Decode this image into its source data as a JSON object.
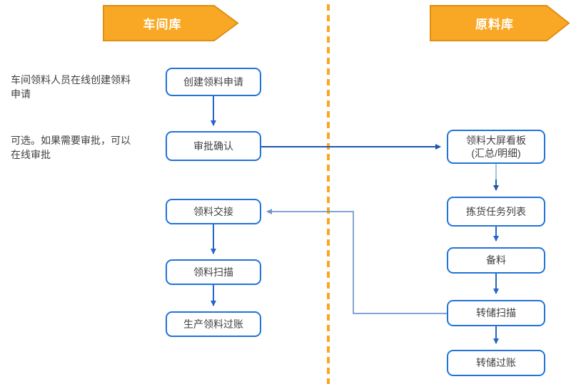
{
  "colors": {
    "banner_fill": "#F9A826",
    "banner_border": "#DF8E10",
    "box_border": "#2173D8",
    "box_text": "#404040",
    "arrow_dark": "#1E56AE",
    "arrow_mid": "#2365CD",
    "arrow_light": "#7296CE",
    "arrow_light_fade": "#9DC3E6",
    "divider": "#FFA51E"
  },
  "lanes": {
    "workshop": {
      "label": "车间库",
      "nodes": [
        {
          "label": "创建领料申请"
        },
        {
          "label": "审批确认"
        },
        {
          "label": "领料交接"
        },
        {
          "label": "领料扫描"
        },
        {
          "label": "生产领料过账"
        }
      ]
    },
    "raw_material": {
      "label": "原料库",
      "nodes": [
        {
          "label": "领料大屏看板",
          "label2": "(汇总/明细)"
        },
        {
          "label": "拣货任务列表"
        },
        {
          "label": "备料"
        },
        {
          "label": "转储扫描"
        },
        {
          "label": "转储过账"
        }
      ]
    }
  },
  "annotations": [
    {
      "text": "车间领料人员在线创建领料申请"
    },
    {
      "text": "可选。如果需要审批，可以在线审批"
    }
  ]
}
